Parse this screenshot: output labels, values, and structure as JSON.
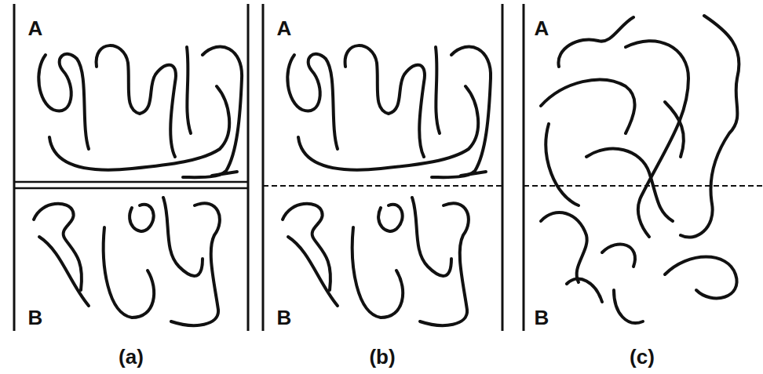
{
  "diagram": {
    "labels": [
      "A",
      "B",
      "A",
      "B",
      "A",
      "B",
      "(a)",
      "(b)",
      "(c)"
    ]
  }
}
